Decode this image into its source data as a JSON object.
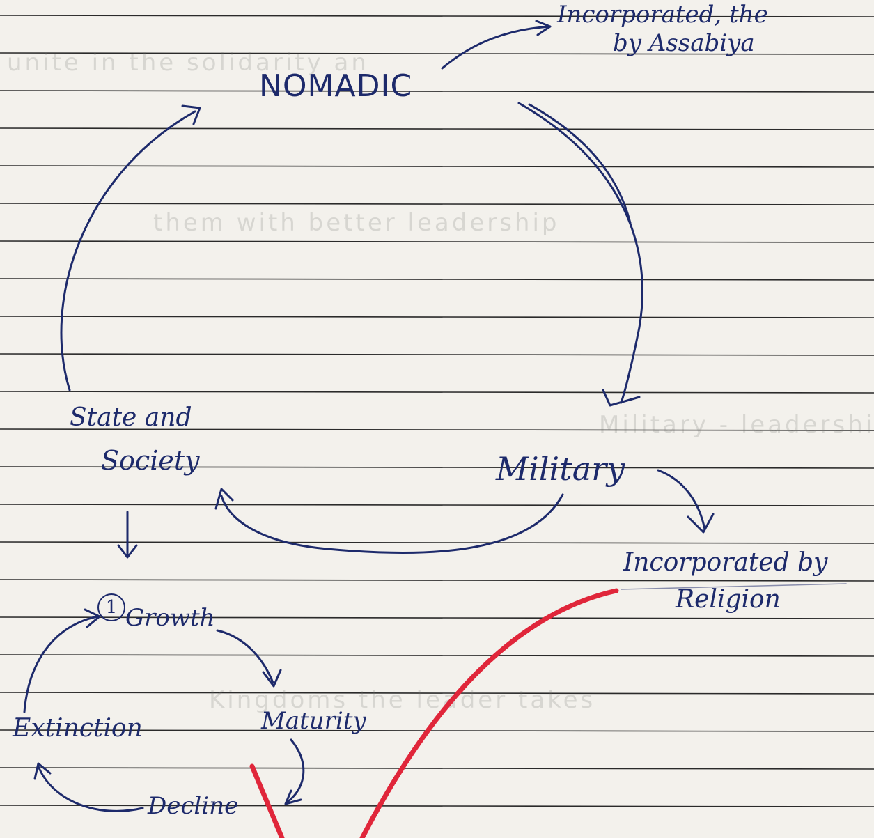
{
  "diagram": {
    "nodes": {
      "nomadic": "NOMADIC",
      "military": "Military",
      "state_society_line1": "State and",
      "state_society_line2": "Society"
    },
    "annotations": {
      "incorporated_assabiya_line1": "Incorporated, the",
      "incorporated_assabiya_line2": "by Assabiya",
      "incorporated_religion_line1": "Incorporated by",
      "incorporated_religion_line2": "Religion"
    },
    "sub_cycle": {
      "number": "1",
      "stages": {
        "growth": "Growth",
        "maturity": "Maturity",
        "decline": "Decline",
        "extinction": "Extinction"
      }
    },
    "colors": {
      "ink": "#1d2a6b",
      "red_mark": "#e0263a",
      "paper": "#f3f1ec",
      "rule_line": "#2a2a2a"
    }
  }
}
